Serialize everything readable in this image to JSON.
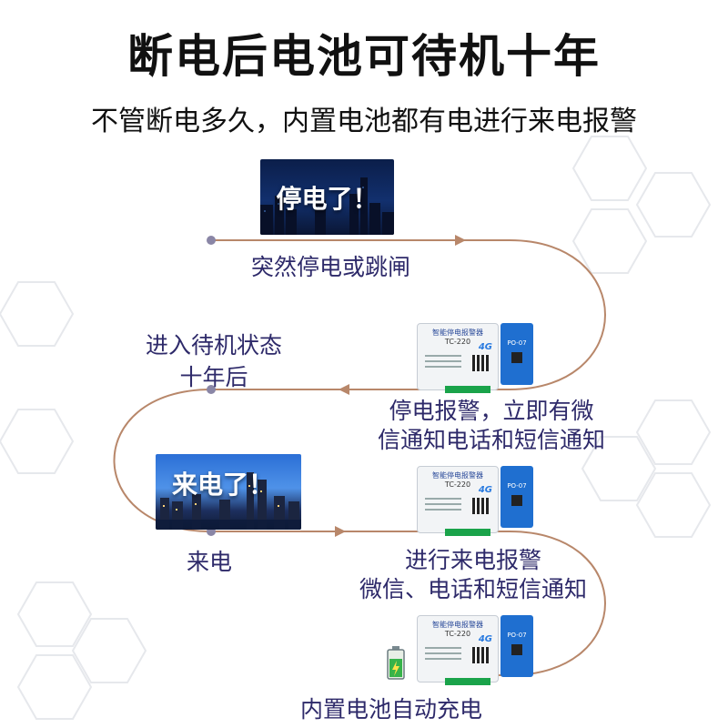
{
  "header": {
    "title": "断电后电池可待机十年",
    "subtitle": "不管断电多久，内置电池都有电进行来电报警"
  },
  "photos": {
    "outage_caption": "停电了！",
    "restore_caption": "来电了！"
  },
  "steps": {
    "outage": "突然停电或跳闸",
    "standby_line1": "进入待机状态",
    "standby_line2": "十年后",
    "outage_alarm_line1": "停电报警，立即有微",
    "outage_alarm_line2": "信通知电话和短信通知",
    "restore": "来电",
    "restore_alarm_line1": "进行来电报警",
    "restore_alarm_line2": "微信、电话和短信通知",
    "battery_charge": "内置电池自动充电"
  },
  "device": {
    "box_title": "智能停电报警器",
    "box_model": "TC-220",
    "module_model": "PO-07",
    "badge": "4G"
  },
  "colors": {
    "curve": "#b8876a",
    "label": "#2e2a6a",
    "box_body": "#f2f4f6",
    "module_blue": "#1f6fd0",
    "terminal_green": "#1aa34a"
  }
}
